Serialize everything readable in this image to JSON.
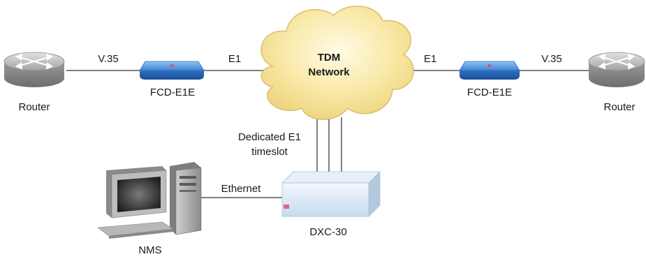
{
  "diagram": {
    "cloud": {
      "title_line1": "TDM",
      "title_line2": "Network"
    },
    "left": {
      "router_label": "Router",
      "link_v35": "V.35",
      "device_label": "FCD-E1E",
      "link_e1": "E1"
    },
    "right": {
      "router_label": "Router",
      "link_v35": "V.35",
      "device_label": "FCD-E1E",
      "link_e1": "E1"
    },
    "dedicated": {
      "line1": "Dedicated E1",
      "line2": "timeslot"
    },
    "nms": {
      "label": "NMS",
      "link_label": "Ethernet"
    },
    "dxc": {
      "label": "DXC-30"
    },
    "colors": {
      "cloud_fill": "#f9e9a8",
      "device_blue": "#3a7fd0",
      "router_gray": "#a8a8a8",
      "line": "#555555"
    }
  }
}
